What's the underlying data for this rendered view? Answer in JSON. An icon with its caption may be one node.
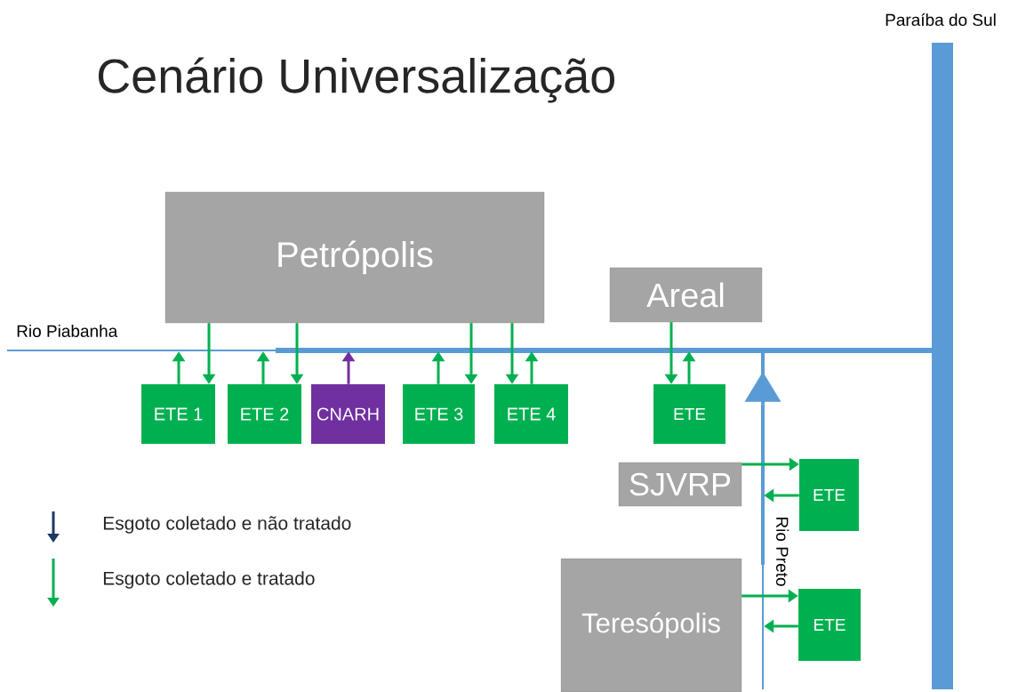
{
  "diagram": {
    "title": "Cenário Universalização",
    "nodes": [
      {
        "text": [
          "Paraíba do Sul"
        ]
      },
      {
        "text": [
          "Rio Piabanha"
        ]
      },
      {
        "text": [
          "Rio Preto"
        ]
      },
      {
        "text": [
          "Petrópolis"
        ]
      },
      {
        "text": [
          "Areal"
        ]
      },
      {
        "text": [
          "ETE 1"
        ]
      },
      {
        "text": [
          "ETE 2"
        ]
      },
      {
        "text": [
          "CNARH"
        ]
      },
      {
        "text": [
          "ETE 3"
        ]
      },
      {
        "text": [
          "ETE 4"
        ]
      },
      {
        "text": [
          "ETE"
        ]
      },
      {
        "text": [
          "SJVRP"
        ]
      },
      {
        "text": [
          "ETE"
        ]
      },
      {
        "text": [
          "Teresópolis"
        ]
      },
      {
        "text": [
          "ETE"
        ]
      }
    ],
    "edges": [
      {
        "from": 3,
        "to": 5,
        "arrow": "to"
      },
      {
        "from": 5,
        "to": 1,
        "arrow": "to"
      },
      {
        "from": 3,
        "to": 6,
        "arrow": "to"
      },
      {
        "from": 6,
        "to": 1,
        "arrow": "to"
      },
      {
        "from": 7,
        "to": 1,
        "arrow": "to",
        "color": "#7030a0"
      },
      {
        "from": 8,
        "to": 1,
        "arrow": "to"
      },
      {
        "from": 3,
        "to": 8,
        "arrow": "to"
      },
      {
        "from": 3,
        "to": 9,
        "arrow": "to"
      },
      {
        "from": 9,
        "to": 1,
        "arrow": "to"
      },
      {
        "from": 4,
        "to": 10,
        "arrow": "to"
      },
      {
        "from": 10,
        "to": 1,
        "arrow": "to"
      },
      {
        "from": 2,
        "to": 1,
        "arrow": "to",
        "color": "#5b9bd5"
      },
      {
        "from": 11,
        "to": 12,
        "arrow": "to"
      },
      {
        "from": 12,
        "to": 2,
        "arrow": "to"
      },
      {
        "from": 13,
        "to": 14,
        "arrow": "to"
      },
      {
        "from": 14,
        "to": 2,
        "arrow": "to"
      }
    ],
    "legend": [
      {
        "text": "Esgoto coletado e não tratado"
      },
      {
        "text": "Esgoto coletado e tratado"
      }
    ]
  }
}
